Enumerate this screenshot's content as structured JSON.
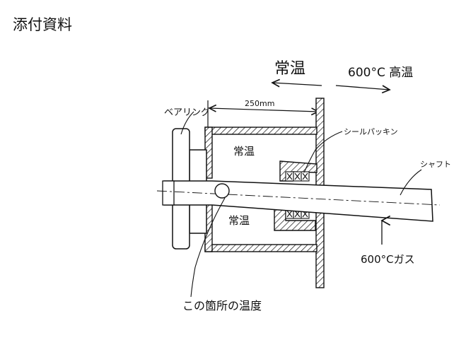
{
  "title": "添付資料",
  "temperature_zones": {
    "room_temp": "常温",
    "high_temp": "600°C 高温"
  },
  "dimension": "250mm",
  "labels": {
    "bearing": "ベアリング",
    "seal_packing": "シールパッキン",
    "shaft": "シャフト",
    "chamber_upper": "常温",
    "chamber_lower": "常温",
    "gas": "600°Cガス",
    "measure_point": "この箇所の温度"
  },
  "colors": {
    "ink": "#111111",
    "paper": "#ffffff"
  }
}
